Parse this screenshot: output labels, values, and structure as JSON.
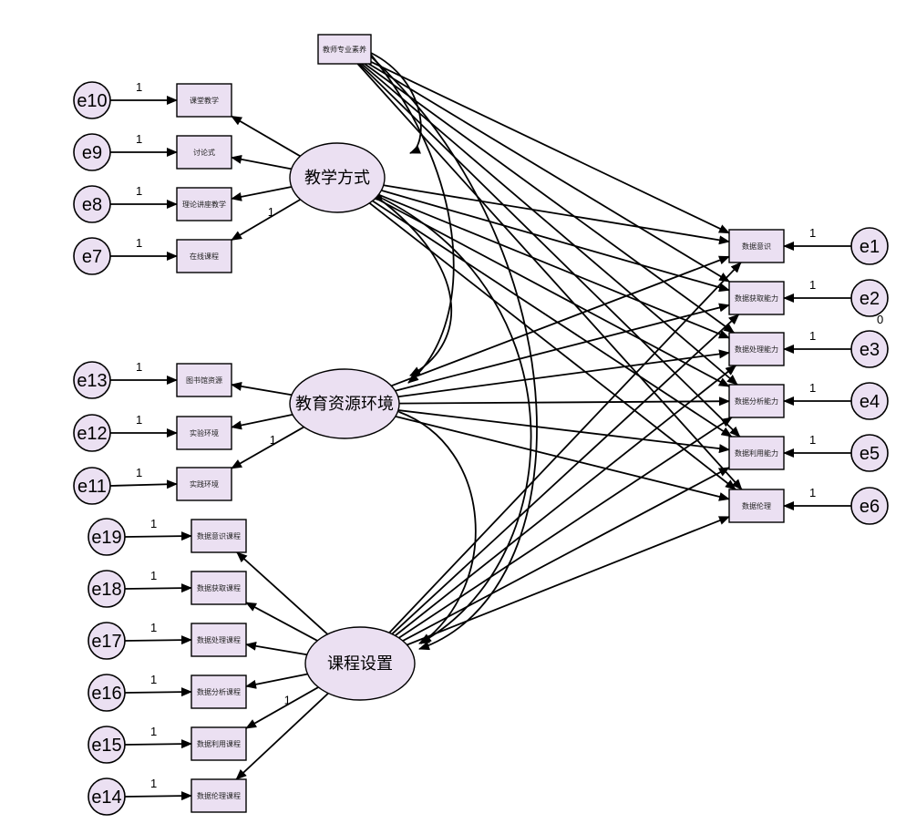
{
  "diagram": {
    "type": "structural-equation-model",
    "latent_factors": [
      {
        "id": "F1",
        "label": "教学方式"
      },
      {
        "id": "F2",
        "label": "教育资源环境"
      },
      {
        "id": "F3",
        "label": "课程设置"
      }
    ],
    "observed_indicators": [
      {
        "id": "X10",
        "label": "课堂教学",
        "error": "e10",
        "weight": "1"
      },
      {
        "id": "X9",
        "label": "讨论式",
        "error": "e9",
        "weight": "1"
      },
      {
        "id": "X8",
        "label": "理论讲座教学",
        "error": "e8",
        "weight": "1"
      },
      {
        "id": "X7",
        "label": "在线课程",
        "error": "e7",
        "weight": "1"
      },
      {
        "id": "X13",
        "label": "图书馆资源",
        "error": "e13",
        "weight": "1"
      },
      {
        "id": "X12",
        "label": "实验环境",
        "error": "e12",
        "weight": "1"
      },
      {
        "id": "X11",
        "label": "实践环境",
        "error": "e11",
        "weight": "1"
      },
      {
        "id": "X19",
        "label": "数据意识课程",
        "error": "e19",
        "weight": "1"
      },
      {
        "id": "X18",
        "label": "数据获取课程",
        "error": "e18",
        "weight": "1"
      },
      {
        "id": "X17",
        "label": "数据处理课程",
        "error": "e17",
        "weight": "1"
      },
      {
        "id": "X16",
        "label": "数据分析课程",
        "error": "e16",
        "weight": "1"
      },
      {
        "id": "X15",
        "label": "数据利用课程",
        "error": "e15",
        "weight": "1"
      },
      {
        "id": "X14",
        "label": "数据伦理课程",
        "error": "e14",
        "weight": "1"
      }
    ],
    "exogenous_observed": {
      "id": "T",
      "label": "教师专业素养"
    },
    "outcomes": [
      {
        "id": "Y1",
        "label": "数据意识",
        "error": "e1",
        "weight": "1"
      },
      {
        "id": "Y2",
        "label": "数据获取能力",
        "error": "e2",
        "weight": "1"
      },
      {
        "id": "Y3",
        "label": "数据处理能力",
        "error": "e3",
        "weight": "1"
      },
      {
        "id": "Y4",
        "label": "数据分析能力",
        "error": "e4",
        "weight": "1"
      },
      {
        "id": "Y5",
        "label": "数据利用能力",
        "error": "e5",
        "weight": "1"
      },
      {
        "id": "Y6",
        "label": "数据伦理",
        "error": "e6",
        "weight": "1"
      }
    ],
    "loading_weights": [
      {
        "factor": "F1",
        "indicator": "X7",
        "value": "1"
      },
      {
        "factor": "F2",
        "indicator": "X11",
        "value": "1"
      },
      {
        "factor": "F3",
        "indicator": "X15",
        "value": "1"
      }
    ],
    "extra_labels": {
      "e2_variance": "0"
    }
  }
}
